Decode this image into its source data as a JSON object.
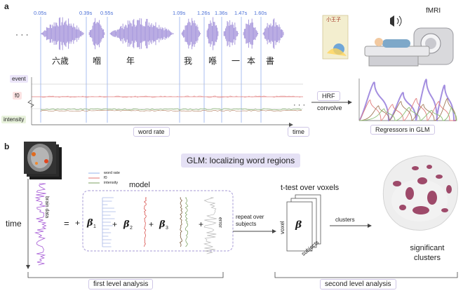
{
  "panel_a": {
    "letter": "a",
    "timestamps": [
      "0.05s",
      "0.39s",
      "0.55s",
      "1.09s",
      "1.26s",
      "1.36s",
      "1.47s",
      "1.60s"
    ],
    "words": [
      "六歲",
      "嗰",
      "年",
      "我",
      "喺",
      "一",
      "本",
      "書"
    ],
    "ellipsis": "· · ·",
    "track_labels": {
      "event": "event",
      "f0": "f0",
      "intensity": "intensity"
    },
    "word_rate_label": "word rate",
    "time_label": "time",
    "hrf_label": "HRF",
    "convolve_label": "convolve",
    "fmri_label": "fMRI",
    "regressors_label": "Regressors in GLM",
    "book_title": "小王子"
  },
  "panel_b": {
    "letter": "b",
    "glm_title": "GLM: localizing word regions",
    "time_label": "time",
    "brain_data_label": "brain data",
    "model_label": "model",
    "legend": [
      "word rate",
      "f0",
      "intensity"
    ],
    "equals": "=",
    "plus": "+",
    "betas": [
      "β",
      "β",
      "β"
    ],
    "beta_subs": [
      "1",
      "2",
      "3"
    ],
    "error_label": "error",
    "repeat_label": "repeat over subjects",
    "ttest_label": "t-test over voxels",
    "voxel_label": "voxel",
    "beta_box": "β",
    "subjects_label": "subjects",
    "clusters_label": "clusters",
    "significant_label": "significant clusters",
    "first_level": "first level analysis",
    "second_level": "second level analysis"
  },
  "colors": {
    "purple": "#9b86d6",
    "blue": "#7aa0e6",
    "red": "#d9534f",
    "brown": "#8b5a2b",
    "green": "#5c8a3a",
    "maroon": "#8e3b57"
  }
}
